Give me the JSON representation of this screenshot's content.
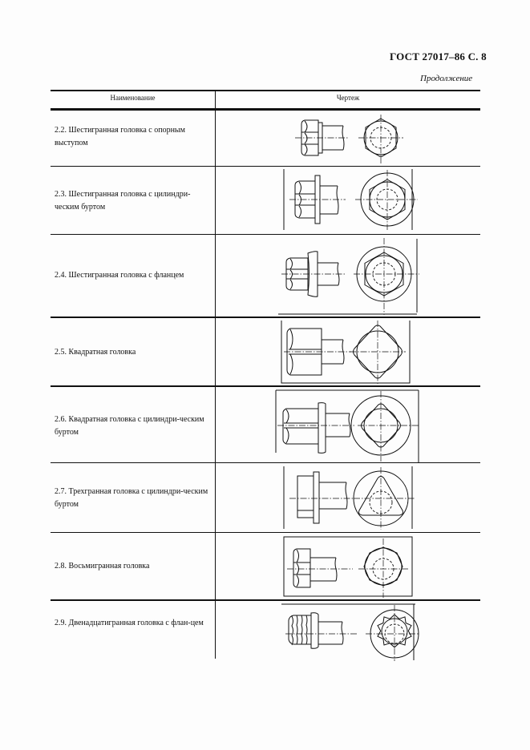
{
  "header": {
    "standard": "ГОСТ 27017–86 С. 8",
    "continuation": "Продолжение"
  },
  "table": {
    "columns": [
      "Наименование",
      "Чертеж"
    ],
    "rows": [
      {
        "name": "2.2. Шестигранная головка с опорным выступом",
        "drawing": "hex-head-with-bearing-shoulder"
      },
      {
        "name": "2.3. Шестигранная головка с цилиндри-ческим буртом",
        "drawing": "hex-head-with-cylindrical-collar"
      },
      {
        "name": "2.4. Шестигранная головка с фланцем",
        "drawing": "hex-head-with-flange"
      },
      {
        "name": "2.5. Квадратная головка",
        "drawing": "square-head"
      },
      {
        "name": "2.6. Квадратная головка с цилиндри-ческим буртом",
        "drawing": "square-head-with-cylindrical-collar"
      },
      {
        "name": "2.7. Трехгранная головка с цилиндри-ческим буртом",
        "drawing": "triangular-head-with-cylindrical-collar"
      },
      {
        "name": "2.8. Восьмигранная головка",
        "drawing": "octagonal-head"
      },
      {
        "name": "2.9. Двенадцатигранная головка с флан-цем",
        "drawing": "twelve-point-head-with-flange"
      }
    ]
  },
  "colors": {
    "ink": "#111111",
    "paper": "#fdfdfd"
  }
}
